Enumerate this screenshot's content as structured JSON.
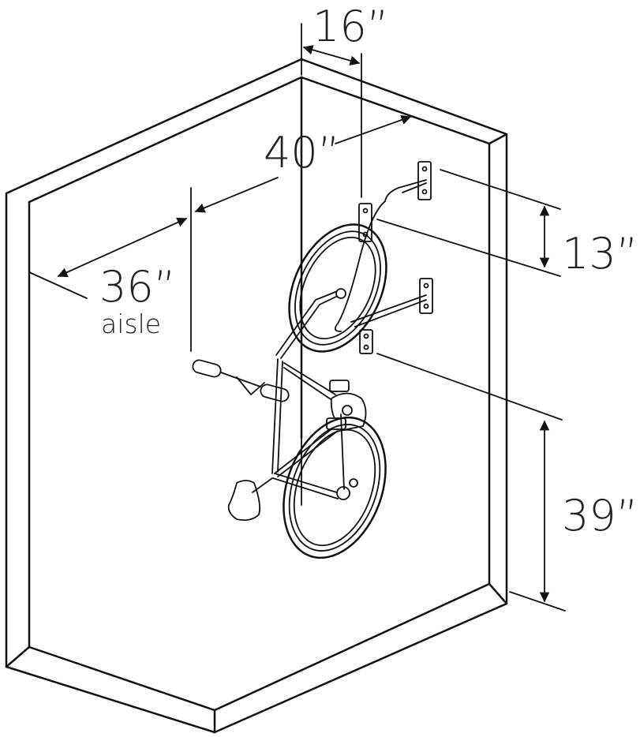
{
  "dimensions": {
    "spacing": "16”",
    "depth": "40”",
    "aisle_value": "36”",
    "aisle_label": "aisle",
    "stagger": "13”",
    "height": "39”"
  },
  "colors": {
    "line": "#111111",
    "text": "#222222",
    "background": "#ffffff"
  }
}
